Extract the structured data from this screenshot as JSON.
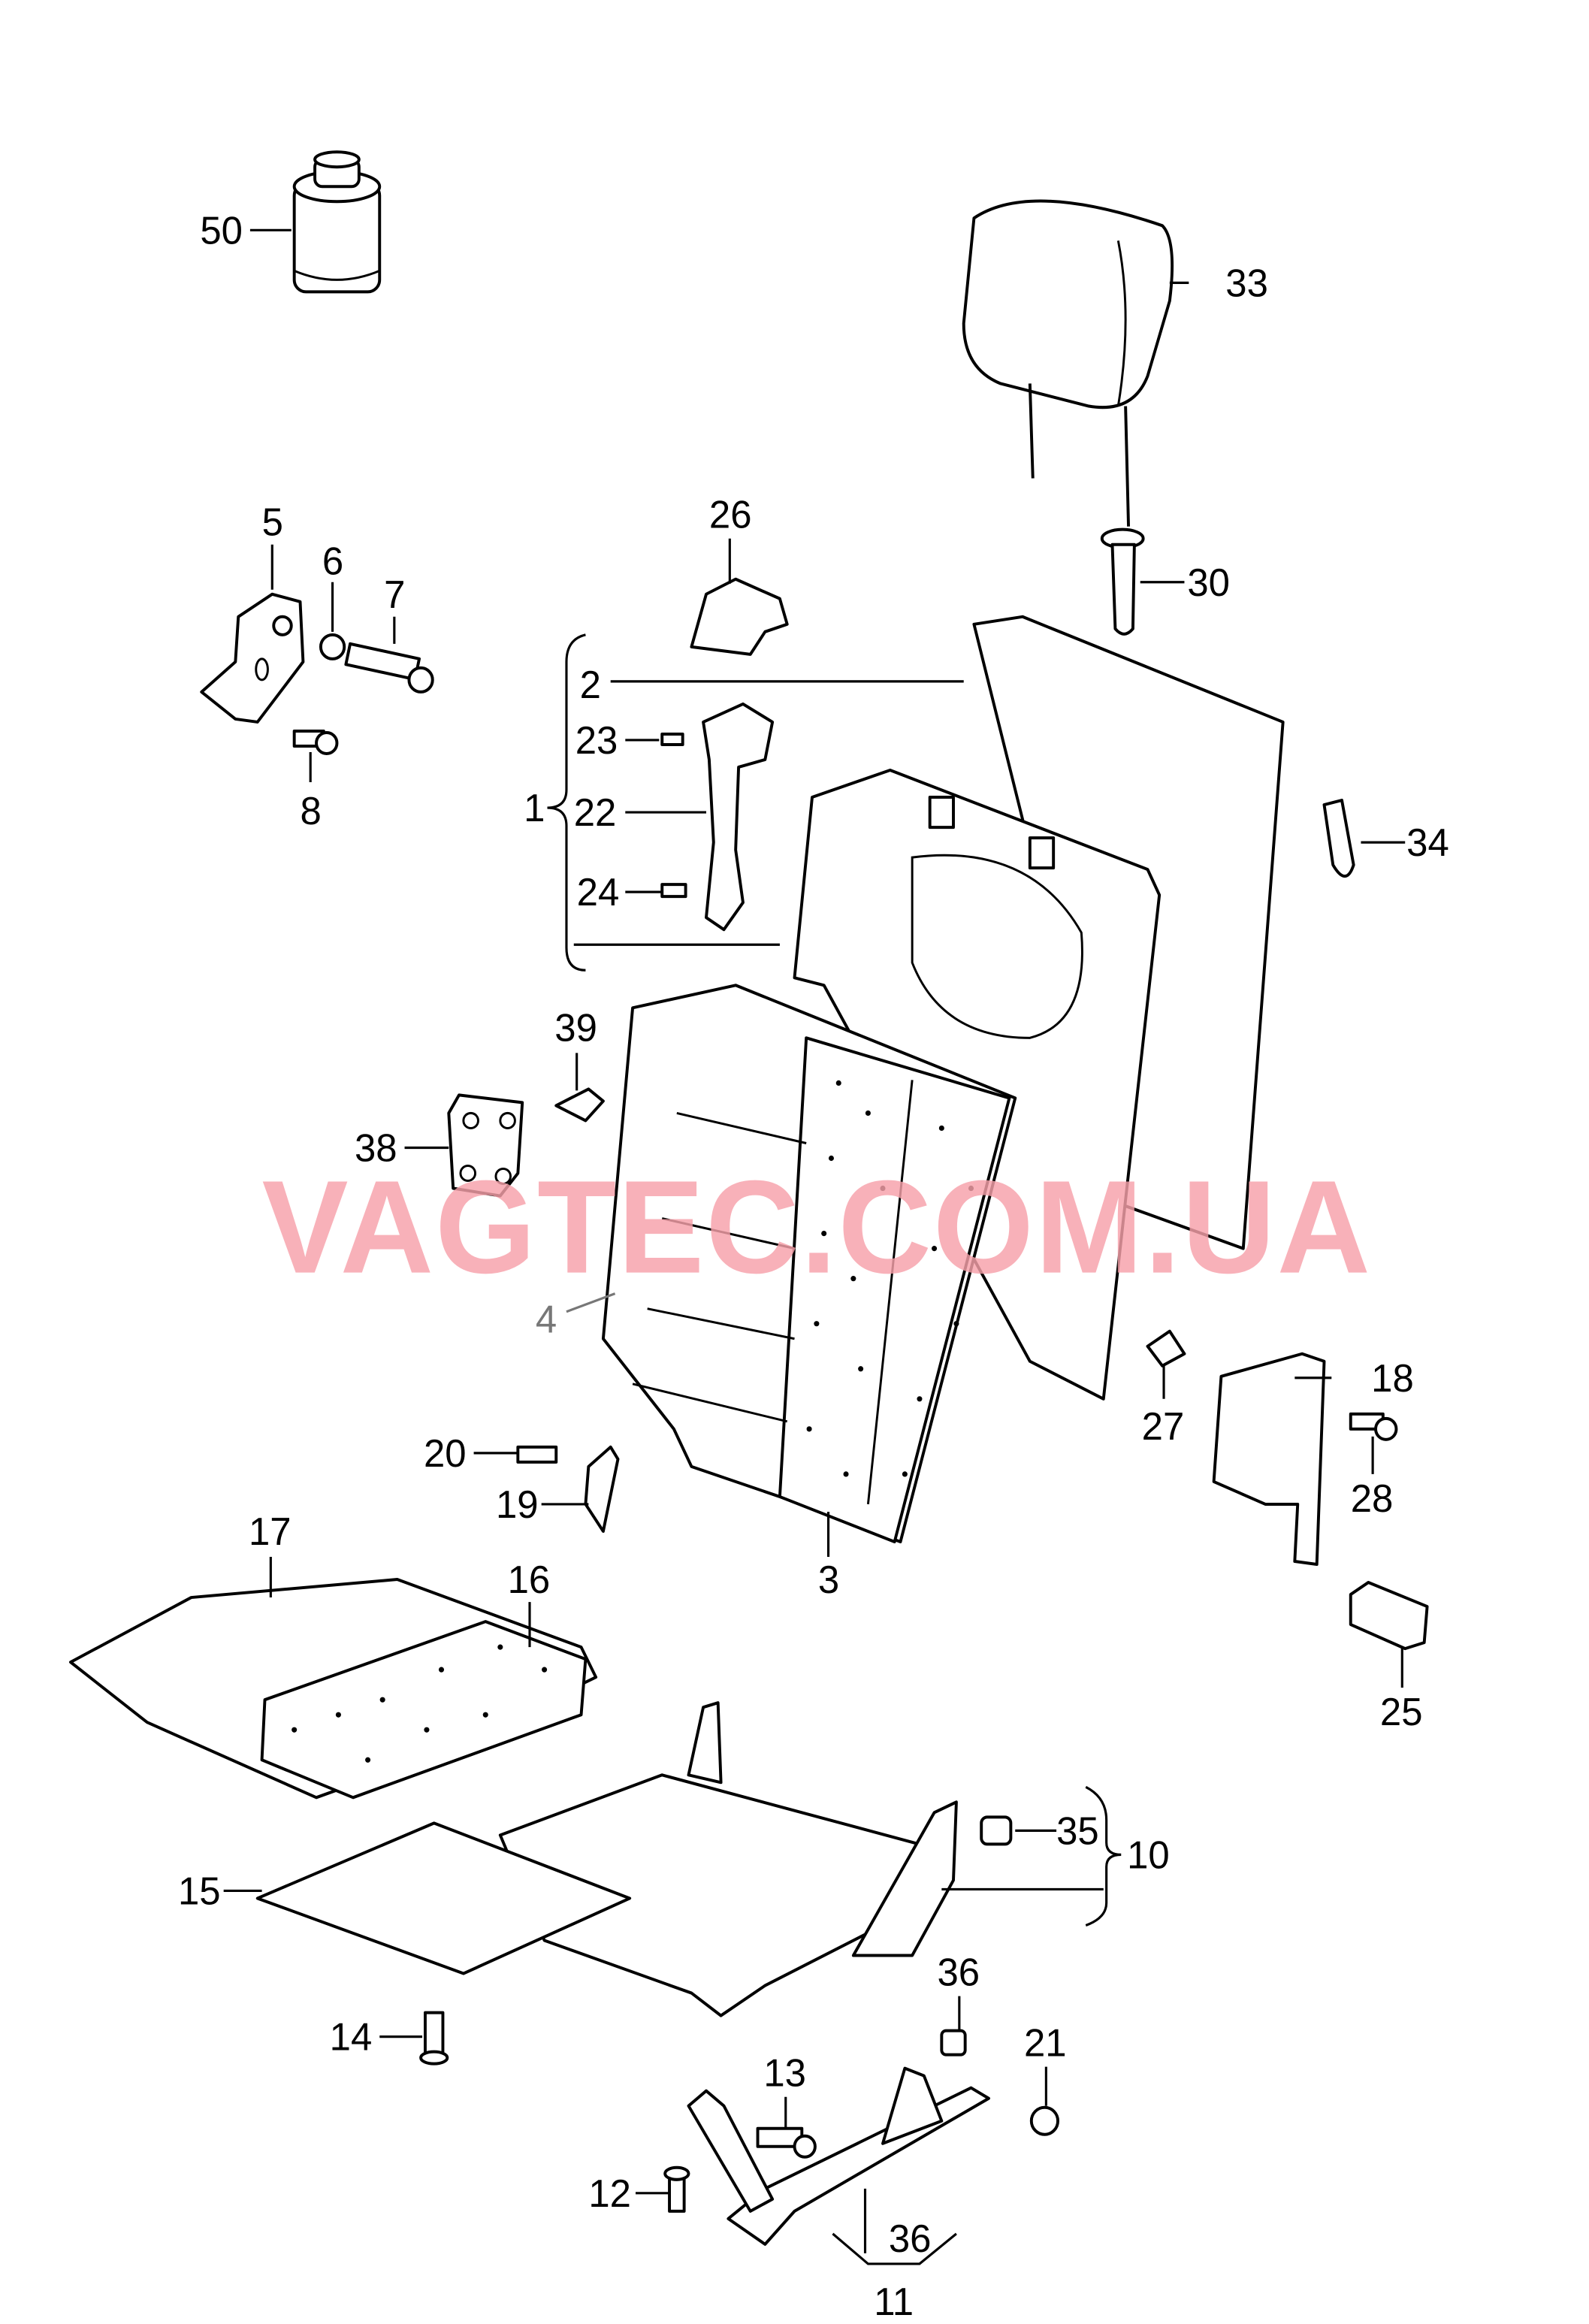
{
  "diagram": {
    "watermark": "VAGTEC.COM.UA",
    "labels": {
      "p50": "50",
      "p33": "33",
      "p5": "5",
      "p6": "6",
      "p7": "7",
      "p26": "26",
      "p30": "30",
      "p2": "2",
      "p23": "23",
      "p1": "1",
      "p22": "22",
      "p24": "24",
      "p34": "34",
      "p8": "8",
      "p39": "39",
      "p38": "38",
      "p4": "4",
      "p18": "18",
      "p27": "27",
      "p28": "28",
      "p20": "20",
      "p19": "19",
      "p3": "3",
      "p17": "17",
      "p16": "16",
      "p25": "25",
      "p35": "35",
      "p10": "10",
      "p15": "15",
      "p36a": "36",
      "p14": "14",
      "p13": "13",
      "p21": "21",
      "p12": "12",
      "p36b": "36",
      "p11": "11"
    },
    "colors": {
      "watermark": "#f7a1aa",
      "line": "#000000"
    }
  }
}
